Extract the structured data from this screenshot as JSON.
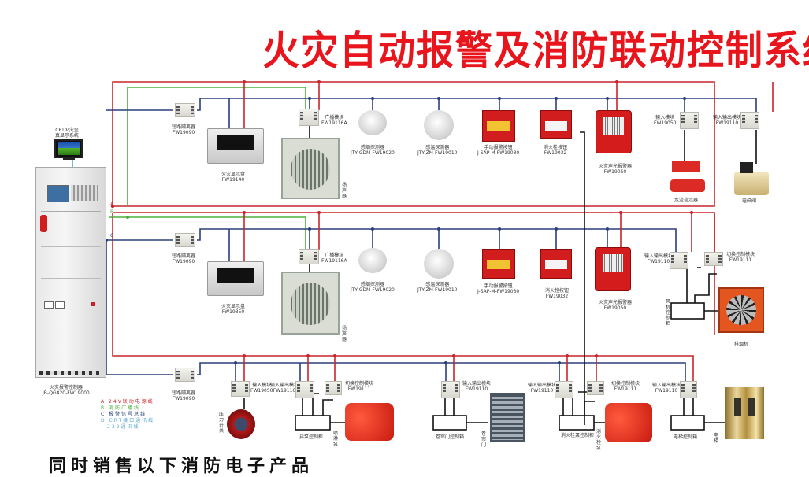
{
  "title": "火灾自动报警及消防联动控制系统",
  "footer_text": "同时销售以下消防电子产品",
  "colors": {
    "title": "#e8151c",
    "bus_A_24v_power": "#c8252b",
    "bus_B_broadcast": "#4caf3a",
    "bus_C_signal": "#2a3f7a",
    "bus_D_crt": "#5aa7c9",
    "control_line": "#111111"
  },
  "crt": {
    "label_line1": "CRT火灾全",
    "label_line2": "真显示系统"
  },
  "controller": {
    "label_line1": "火灾报警控制器",
    "label_line2": "JB-QG820-FW19000",
    "bus_letters": [
      "A",
      "B",
      "C"
    ]
  },
  "legend": [
    {
      "key": "A",
      "text": "24V联动电源线",
      "color": "#c8252b"
    },
    {
      "key": "B",
      "text": "消防广播线",
      "color": "#4caf3a"
    },
    {
      "key": "C",
      "text": "报警信号总线",
      "color": "#2a3f7a"
    },
    {
      "key": "D",
      "text": "CRT接口通讯线",
      "color": "#5aa7c9"
    },
    {
      "key": "",
      "text": "232通讯线",
      "color": "#5aa7c9"
    }
  ],
  "rows": [
    {
      "isolator": {
        "label": "短路隔离器",
        "model": "FW19090"
      },
      "display": {
        "label": "火灾显示盘",
        "model": "FW19140"
      },
      "broadcast_module": {
        "label": "广播模块",
        "model": "FW19116A"
      },
      "speaker": {
        "label": "扬声器"
      },
      "smoke": {
        "label": "感烟探测器",
        "model": "JTY-GDM-FW19020"
      },
      "heat": {
        "label": "感温探测器",
        "model": "JTY-ZM-FW19010"
      },
      "manual": {
        "label": "手动报警按钮",
        "model": "J-SAP-M-FW19030"
      },
      "hydrant": {
        "label": "消火栓按钮",
        "model": "FW19032"
      },
      "alarm": {
        "label": "火灾声光报警器",
        "model": "FW19050"
      },
      "input_module": {
        "label": "输入模块",
        "model": "FW19050"
      },
      "io_module": {
        "label": "输入输出模块",
        "model": "FW19110"
      },
      "flow": {
        "label": "水流指示器"
      },
      "valve": {
        "label": "电磁阀"
      }
    },
    {
      "isolator": {
        "label": "短路隔离器",
        "model": "FW19090"
      },
      "display": {
        "label": "火灾显示盘",
        "model": "FW19350"
      },
      "broadcast_module": {
        "label": "广播模块",
        "model": "FW19116A"
      },
      "speaker": {
        "label": "扬声器"
      },
      "smoke": {
        "label": "感烟探测器",
        "model": "JTY-GDM-FW19020"
      },
      "heat": {
        "label": "感温探测器",
        "model": "JTY-ZM-FW19010"
      },
      "manual": {
        "label": "手动报警按钮",
        "model": "J-SAP-M-FW19030"
      },
      "hydrant": {
        "label": "消火栓按钮",
        "model": "FW19032"
      },
      "alarm": {
        "label": "火灾声光报警器",
        "model": "FW19050"
      },
      "io_module": {
        "label": "输入输出模块",
        "model": "FW19110"
      },
      "cutoff_module": {
        "label": "切换控制模块",
        "model": "FW19111"
      },
      "control_box": {
        "label": "风机控制柜"
      },
      "fan": {
        "label": "排烟机"
      }
    },
    {
      "isolator": {
        "label": "短路隔离器",
        "model": "FW19090"
      },
      "pressure_input": {
        "label": "输入模块",
        "model": "FW19050"
      },
      "pressure_switch": {
        "label": "压力开关"
      },
      "pump_io": {
        "label": "输入输出模块",
        "model": "FW19110"
      },
      "pump_cut": {
        "label": "切换控制模块",
        "model": "FW19111"
      },
      "pump_box": {
        "label": "启泵控制柜"
      },
      "pump": {
        "label": "喷淋泵"
      },
      "shutter_io": {
        "label": "输入输出模块",
        "model": "FW19110"
      },
      "shutter_box": {
        "label": "卷帘门控制箱"
      },
      "shutter": {
        "label": "卷帘门"
      },
      "pump2_io": {
        "label": "输入输出模块",
        "model": "FW19110"
      },
      "pump2_cut": {
        "label": "切换控制模块",
        "model": "FW19111"
      },
      "pump2_box": {
        "label": "消火栓泵控制柜"
      },
      "pump2": {
        "label": "消火栓泵"
      },
      "elev_io": {
        "label": "输入输出模块",
        "model": "FW19110"
      },
      "elev_box": {
        "label": "电梯控制箱"
      },
      "elevator": {
        "label": "电梯"
      }
    }
  ]
}
